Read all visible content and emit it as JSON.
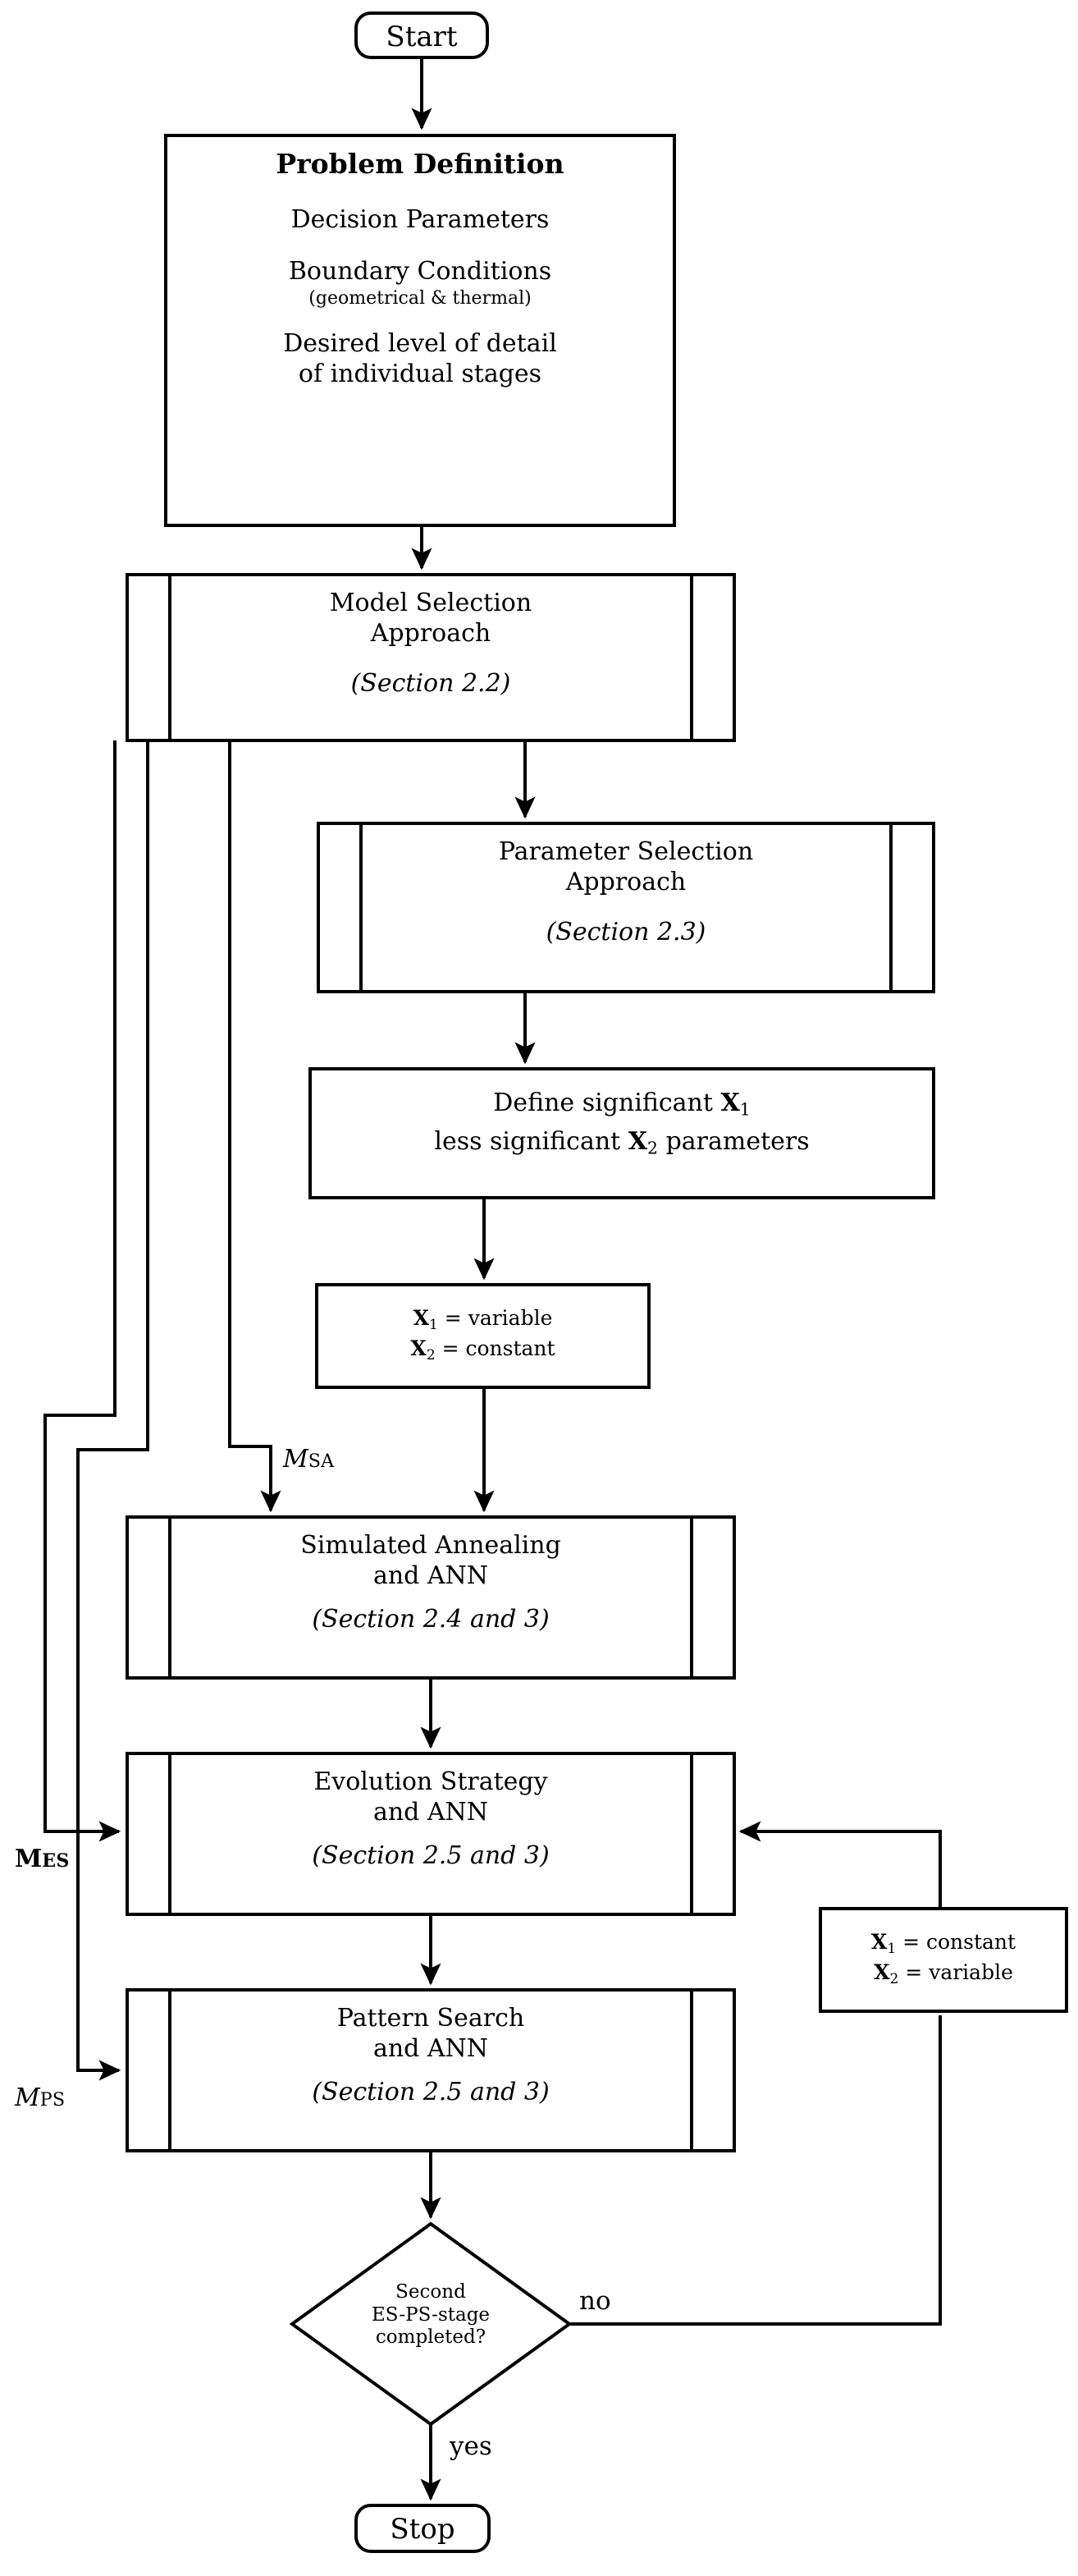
{
  "diagram": {
    "title": "Optimization workflow flowchart",
    "stroke_color": "#000000",
    "fill_color": "#ffffff",
    "nodes": {
      "start": {
        "label": "Start",
        "shape": "rounded-terminator"
      },
      "problem_definition": {
        "shape": "rectangle",
        "heading": "Problem Definition",
        "line1": "Decision Parameters",
        "line2": "Boundary Conditions",
        "line2_sub": "(geometrical & thermal)",
        "line3a": "Desired level of detail",
        "line3b": "of individual stages"
      },
      "model_selection": {
        "shape": "predefined-process",
        "line1": "Model Selection",
        "line2": "Approach",
        "section": "(Section 2.2)"
      },
      "parameter_selection": {
        "shape": "predefined-process",
        "line1": "Parameter Selection",
        "line2": "Approach",
        "section": "(Section 2.3)"
      },
      "define_significant": {
        "shape": "rectangle",
        "line1_a": "Define significant ",
        "line1_var": "X",
        "line1_sub": "1",
        "line2_a": "less significant ",
        "line2_var": "X",
        "line2_sub": "2",
        "line2_b": " parameters"
      },
      "x_assign_first": {
        "shape": "rectangle",
        "line1_var": "X",
        "line1_sub": "1",
        "line1_val": " = variable",
        "line2_var": "X",
        "line2_sub": "2",
        "line2_val": " = constant"
      },
      "simulated_annealing": {
        "shape": "predefined-process",
        "line1": "Simulated Annealing",
        "line2": "and ANN",
        "section": "(Section 2.4 and 3)"
      },
      "evolution_strategy": {
        "shape": "predefined-process",
        "line1": "Evolution Strategy",
        "line2": "and ANN",
        "section": "(Section 2.5 and 3)"
      },
      "pattern_search": {
        "shape": "predefined-process",
        "line1": "Pattern Search",
        "line2": "and ANN",
        "section": "(Section 2.5 and 3)"
      },
      "x_assign_second": {
        "shape": "rectangle",
        "line1_var": "X",
        "line1_sub": "1",
        "line1_val": " = constant",
        "line2_var": "X",
        "line2_sub": "2",
        "line2_val": " = variable"
      },
      "decision": {
        "shape": "diamond",
        "line1": "Second",
        "line2": "ES-PS-stage",
        "line3": "completed?"
      },
      "stop": {
        "label": "Stop",
        "shape": "rounded-terminator"
      }
    },
    "edge_labels": {
      "m_sa": {
        "var": "M",
        "sub": "SA",
        "style": "italic"
      },
      "m_es": {
        "var": "M",
        "sub": "ES",
        "style": "bold"
      },
      "m_ps": {
        "var": "M",
        "sub": "PS",
        "style": "italic"
      },
      "no": "no",
      "yes": "yes"
    }
  }
}
